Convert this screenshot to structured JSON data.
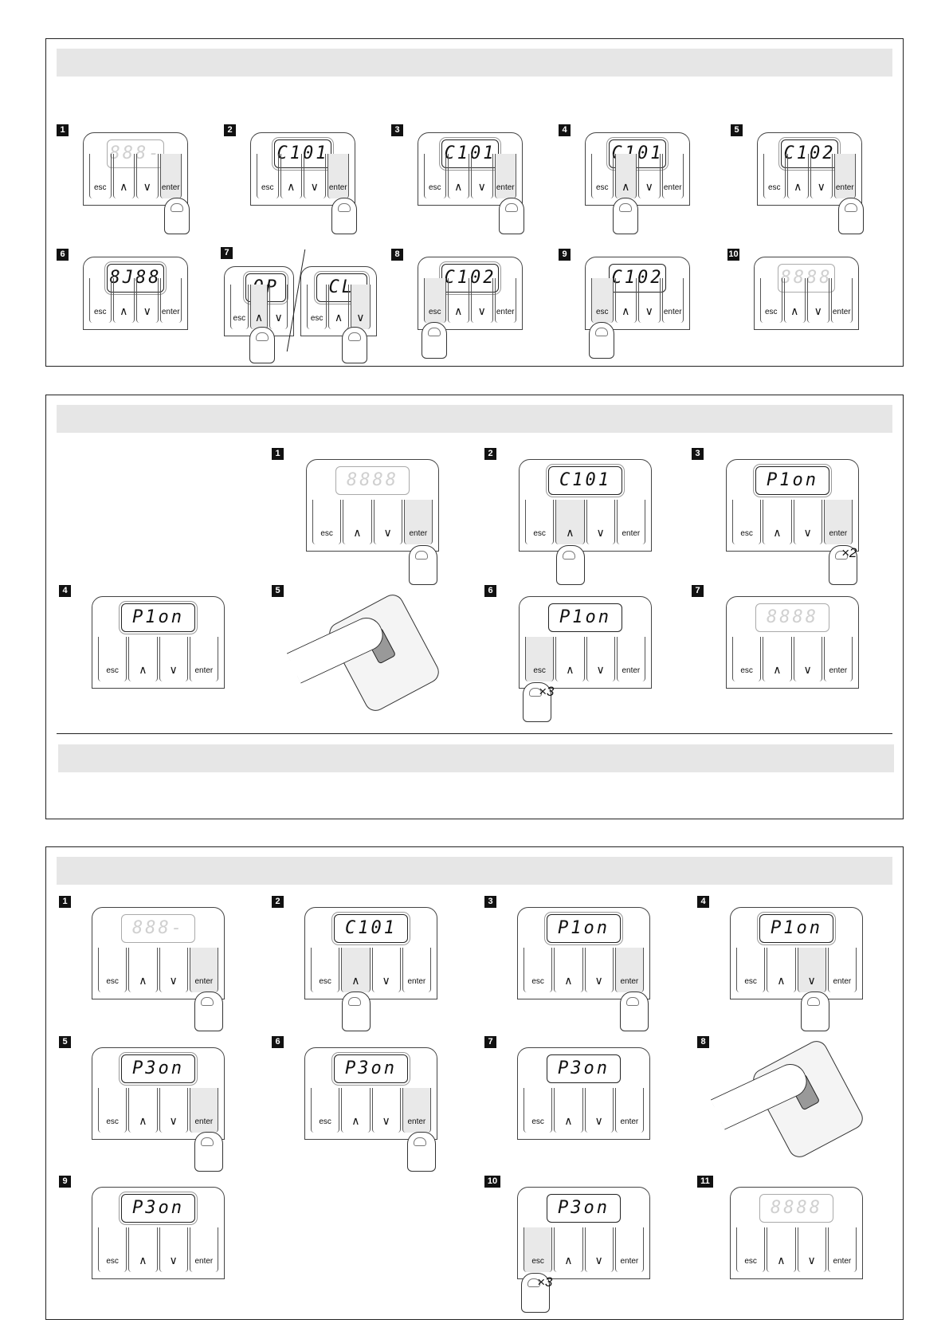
{
  "keys": {
    "esc": "esc",
    "up": "∧",
    "down": "∨",
    "enter": "enter"
  },
  "multipliers": {
    "x2": "×2",
    "x3": "×3"
  },
  "section1": {
    "steps": [
      {
        "n": "1",
        "lcd": "888-"
      },
      {
        "n": "2",
        "lcd": "C101"
      },
      {
        "n": "3",
        "lcd": "C101"
      },
      {
        "n": "4",
        "lcd": "C101"
      },
      {
        "n": "5",
        "lcd": "C102"
      },
      {
        "n": "6",
        "lcd": "8J88"
      },
      {
        "n": "7",
        "lcd_a": "OP",
        "lcd_b": "CL"
      },
      {
        "n": "8",
        "lcd": "C102"
      },
      {
        "n": "9",
        "lcd": "C102"
      },
      {
        "n": "10",
        "lcd": "8888"
      }
    ]
  },
  "section2": {
    "steps": [
      {
        "n": "1",
        "lcd": "8888"
      },
      {
        "n": "2",
        "lcd": "C101"
      },
      {
        "n": "3",
        "lcd": "P1on"
      },
      {
        "n": "4",
        "lcd": "P1on"
      },
      {
        "n": "5",
        "lcd": ""
      },
      {
        "n": "6",
        "lcd": "P1on"
      },
      {
        "n": "7",
        "lcd": "8888"
      }
    ]
  },
  "section3": {
    "steps": [
      {
        "n": "1",
        "lcd": "888-"
      },
      {
        "n": "2",
        "lcd": "C101"
      },
      {
        "n": "3",
        "lcd": "P1on"
      },
      {
        "n": "4",
        "lcd": "P1on"
      },
      {
        "n": "5",
        "lcd": "P3on"
      },
      {
        "n": "6",
        "lcd": "P3on"
      },
      {
        "n": "7",
        "lcd": "P3on"
      },
      {
        "n": "8",
        "lcd": ""
      },
      {
        "n": "9",
        "lcd": "P3on"
      },
      {
        "n": "10",
        "lcd": "P3on"
      },
      {
        "n": "11",
        "lcd": "8888"
      }
    ]
  }
}
